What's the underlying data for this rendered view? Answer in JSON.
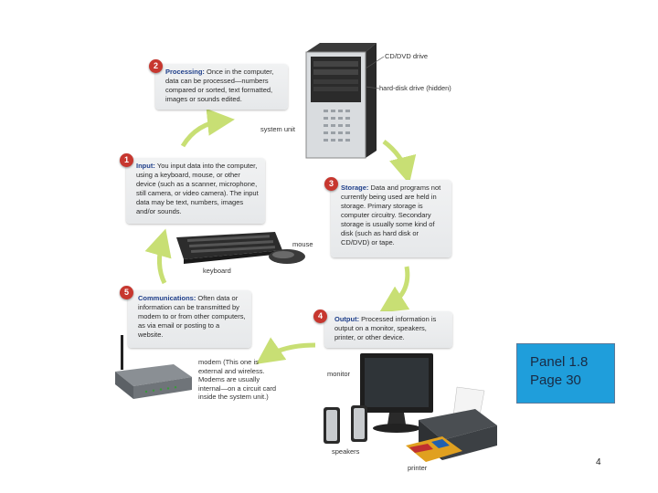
{
  "steps": [
    {
      "num": "1",
      "title": "Input:",
      "body": "You input data into the computer, using a keyboard, mouse, or other device (such as a scanner, microphone, still camera, or video camera). The input data may be text, numbers, images and/or sounds."
    },
    {
      "num": "2",
      "title": "Processing:",
      "body": "Once in the computer, data can be processed—numbers compared or sorted, text formatted, images or sounds edited."
    },
    {
      "num": "3",
      "title": "Storage:",
      "body": "Data and programs not currently being used are held in storage. Primary storage is computer circuitry. Secondary storage is usually some kind of disk (such as hard disk or CD/DVD) or tape."
    },
    {
      "num": "4",
      "title": "Output:",
      "body": "Processed information is output on a monitor, speakers, printer, or other device."
    },
    {
      "num": "5",
      "title": "Communications:",
      "body": "Often data or information can be transmitted by modem to or from other computers, as via email or posting to a website."
    }
  ],
  "labels": {
    "cd_dvd_drive": "CD/DVD drive",
    "hard_disk": "hard-disk drive (hidden)",
    "system_unit": "system unit",
    "mouse": "mouse",
    "keyboard": "keyboard",
    "modem": "modem (This one is external and wireless. Modems are usually internal—on a circuit card inside the system unit.)",
    "monitor": "monitor",
    "speakers": "speakers",
    "printer": "printer"
  },
  "panel": {
    "line1": "Panel 1.8",
    "line2": "Page 30",
    "color": "#1f9edb"
  },
  "page_number": "4",
  "colors": {
    "step_badge": "#c7372f",
    "step_title": "#1f3f8a",
    "arrow": "#c8df74"
  }
}
